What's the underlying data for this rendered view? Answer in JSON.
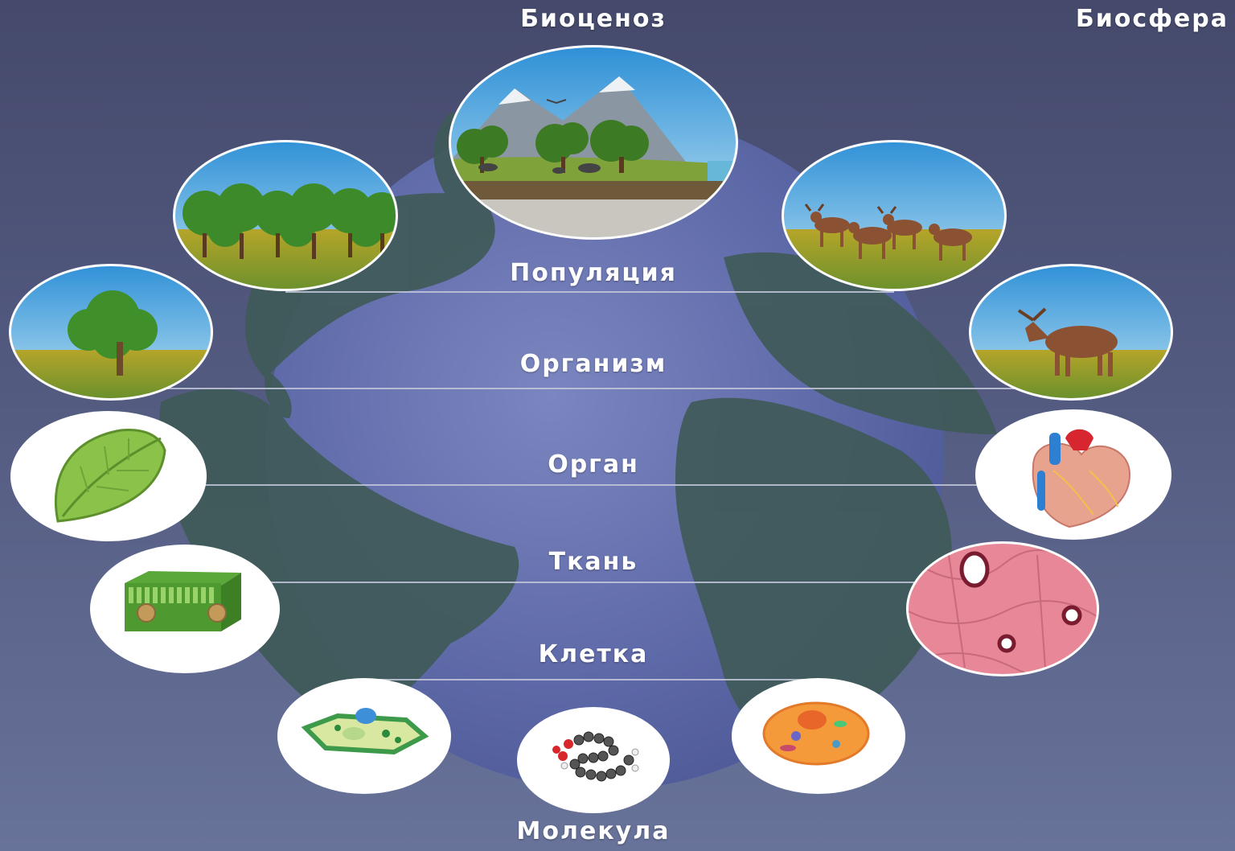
{
  "labels": {
    "biocenosis": "Биоценоз",
    "biosphere": "Биосфера",
    "population": "Популяция",
    "organism": "Организм",
    "organ": "Орган",
    "tissue": "Ткань",
    "cell": "Клетка",
    "molecule": "Молекула"
  },
  "colors": {
    "background_top": "#454a6c",
    "background_bottom": "#68739a",
    "ocean": "#5d68a6",
    "land": "#3f5a58",
    "sky": "#6ab6e6",
    "grass": "#6f9a2e",
    "tree": "#3f8f2a",
    "moose": "#8a5233",
    "heart": "#e8a38f",
    "tissue": "#e78797"
  },
  "icons": [
    "ecosystem-scene-icon",
    "forest-population-icon",
    "moose-herd-icon",
    "single-tree-icon",
    "single-moose-icon",
    "leaf-icon",
    "heart-icon",
    "leaf-tissue-icon",
    "bone-tissue-icon",
    "plant-cell-icon",
    "animal-cell-icon",
    "molecule-icon"
  ]
}
